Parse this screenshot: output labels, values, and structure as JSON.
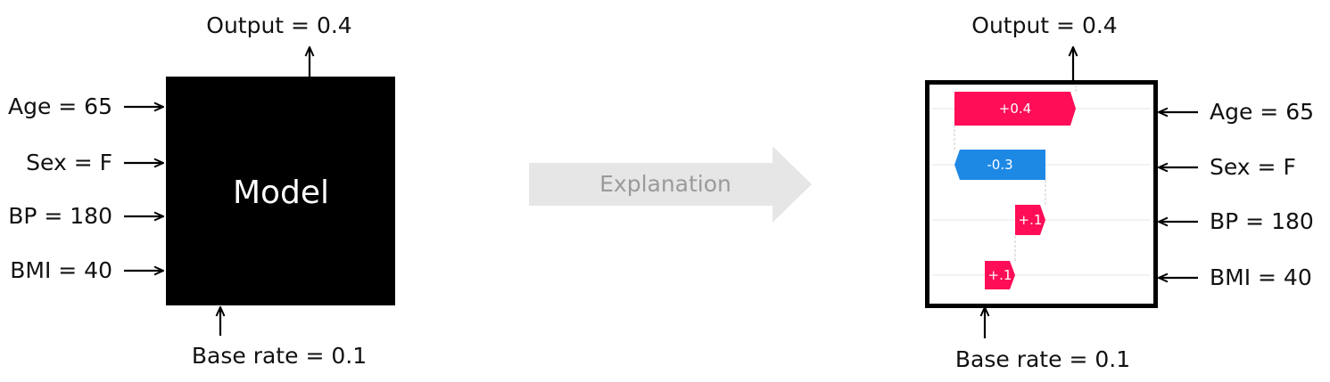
{
  "left_panel": {
    "output_label": "Output = 0.4",
    "base_label": "Base rate = 0.1",
    "model_label": "Model",
    "model_color": "#000000",
    "inputs": [
      "Age = 65",
      "Sex = F",
      "BP = 180",
      "BMI = 40"
    ]
  },
  "middle": {
    "explanation_label": "Explanation",
    "arrow_color": "#e6e6e6"
  },
  "right_panel": {
    "output_label": "Output = 0.4",
    "base_label": "Base rate = 0.1",
    "inputs": [
      "Age = 65",
      "Sex = F",
      "BP = 180",
      "BMI = 40"
    ],
    "base_value": 0.1,
    "output_value": 0.4,
    "positive_color": "#ff0d57",
    "negative_color": "#1e88e5",
    "contributions": [
      {
        "feature": "Age = 65",
        "label": "+0.4",
        "value": 0.4,
        "direction": "positive"
      },
      {
        "feature": "Sex = F",
        "label": "-0.3",
        "value": -0.3,
        "direction": "negative"
      },
      {
        "feature": "BP = 180",
        "label": "+.1",
        "value": 0.1,
        "direction": "positive"
      },
      {
        "feature": "BMI = 40",
        "label": "+.1",
        "value": 0.1,
        "direction": "positive"
      }
    ]
  }
}
